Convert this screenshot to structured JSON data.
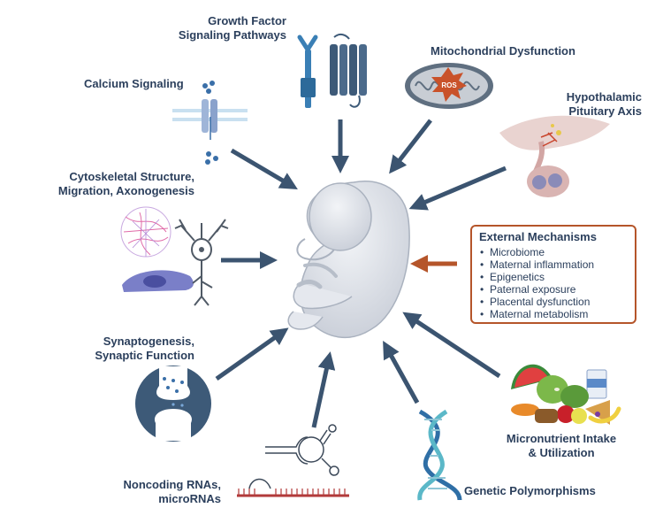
{
  "labels": {
    "growth_factor": [
      "Growth Factor",
      "Signaling Pathways"
    ],
    "mitochondrial": [
      "Mitochondrial Dysfunction"
    ],
    "ros": "ROS",
    "hypothalamic": [
      "Hypothalamic",
      "Pituitary Axis"
    ],
    "calcium": [
      "Calcium Signaling"
    ],
    "cytoskeletal": [
      "Cytoskeletal Structure,",
      "Migration, Axonogenesis"
    ],
    "synaptogenesis": [
      "Synaptogenesis,",
      "Synaptic Function"
    ],
    "noncoding": [
      "Noncoding RNAs,",
      "microRNAs"
    ],
    "genetic": [
      "Genetic Polymorphisms"
    ],
    "micronutrient": [
      "Micronutrient Intake",
      "& Utilization"
    ]
  },
  "external": {
    "title": "External Mechanisms",
    "items": [
      "Microbiome",
      "Maternal inflammation",
      "Epigenetics",
      "Paternal exposure",
      "Placental dysfunction",
      "Maternal metabolism"
    ]
  },
  "colors": {
    "arrow": "#3b5470",
    "external_arrow": "#b5552a",
    "text": "#2b3f5c",
    "fetus": "#dde1e8",
    "dna_blue": "#2f6fa6",
    "dna_teal": "#5bb8c8",
    "synapse_bg": "#3d5a78",
    "mito_outer": "#5f6f80",
    "ros_fill": "#c9522a",
    "rna_red": "#b23a3a"
  }
}
